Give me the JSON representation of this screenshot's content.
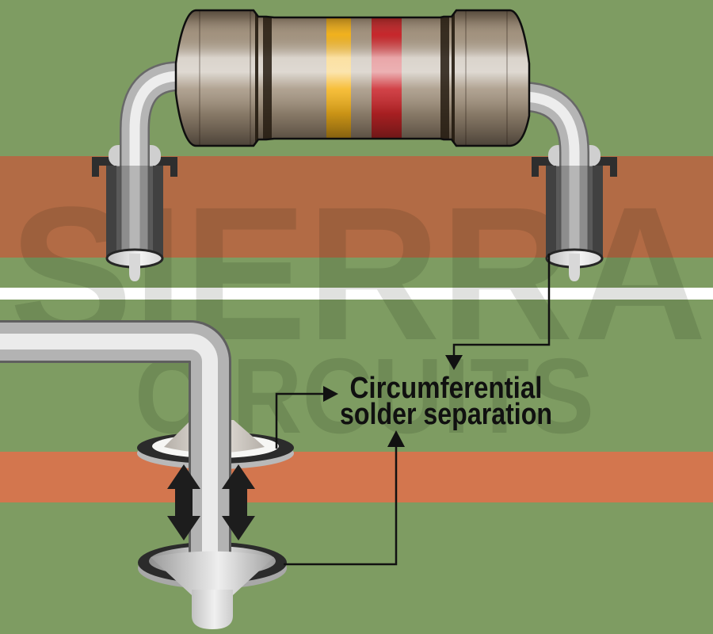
{
  "diagram": {
    "title_label": {
      "line1": "Circumferential",
      "line2": "solder separation"
    },
    "watermark": {
      "line1": "SIERRA",
      "line2": "CIRCUITS"
    },
    "scene": {
      "top_view": "through-hole resistor with bent leads inserted into plated through-holes of a PCB",
      "bottom_view": "magnified lead in plated hole showing circumferential solder separation between annular ring and bottom solder fillet",
      "callout_arrows": [
        "down-arrow from right lead hole exit",
        "right-arrow from top annular ring",
        "up-arrow from bottom solder fillet"
      ]
    },
    "colors": {
      "pcb_green": "#7e9c62",
      "copper_band_top": "#b26b45",
      "copper_band_bottom": "#d3764e",
      "divider_white": "#ffffff",
      "resistor_body_tan": "#a3937f",
      "resistor_band_yellow": "#f5b318",
      "resistor_band_red": "#c92127",
      "lead_silver": "#b5b5b5",
      "barrel_dark": "#414141",
      "solder_pad_dark": "#2b2b2b",
      "callout_black": "#111111"
    }
  }
}
